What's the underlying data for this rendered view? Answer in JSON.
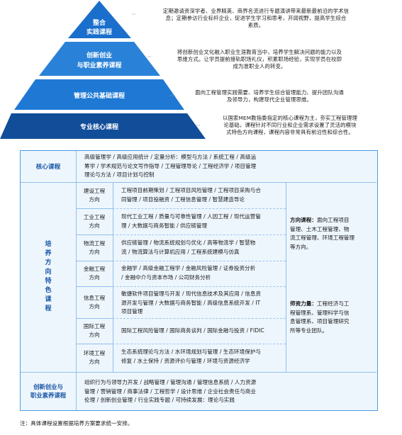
{
  "pyramid": {
    "tiers": [
      {
        "label_lines": [
          "整合",
          "实践课程"
        ],
        "color": "#1b6fcc",
        "description_lines": [
          "定期邀请资深学者、业界精英、商界名流进行专题演讲带来最新最前沿的学术信",
          "息；定期参访行业标杆企业，促进学生学习和思考，开阔视野，提高学生综合",
          "素质。"
        ]
      },
      {
        "label_lines": [
          "创新创业",
          "与职业素养课程"
        ],
        "color": "#2a82d8",
        "description_lines": [
          "将创新创业文化融入职业生涯教育当中，培养学生解决问题的能力以及",
          "思维方式。让学员提前接轨职场礼仪，积累职场经验，实现学员在校即",
          "成为准职业人的转变。"
        ]
      },
      {
        "label_lines": [
          "管理公共基础课程"
        ],
        "color": "#1f79d4",
        "description_lines": [
          "面向工程管理实践需要、培养学生综合管理能力、提升团队沟通",
          "及领导力，构建现代企业管理思维。"
        ]
      },
      {
        "label_lines": [
          "专业核心课程"
        ],
        "color": "#114d99",
        "description_lines": [
          "以国家MEM教指委指定的核心课程为主，夯实工程管理理",
          "论基础，课程针对不同行业和企业需求设置了灵活的模块",
          "式特色方向课程，课程内容非常具有前沿性和综合性。"
        ]
      }
    ]
  },
  "table": {
    "core": {
      "title": "核心课程",
      "lines": [
        "高级管理学 / 高级应用统计 / 定量分析：模型与方法 / 系统工程 / 高级运",
        "筹学 / 学术规范与论文写作指导 / 工程管理导论 / 工程经济学 / 项目管理",
        "理论与方法 / 项目计划与控制"
      ]
    },
    "special": {
      "title_chars": [
        "培",
        "养",
        "方",
        "向",
        "特",
        "色",
        "课",
        "程"
      ],
      "rows": [
        {
          "name_lines": [
            "建设工程",
            "方向"
          ],
          "lines": [
            "工程项目前期策划 / 工程项目风险管理 / 工程项目采购与合",
            "同管理 / 项目投融资 / 工程信息管理 / 智慧建造导论"
          ]
        },
        {
          "name_lines": [
            "工业工程",
            "方向"
          ],
          "lines": [
            "现代工业工程 / 质量与可靠性管理 / 人因工程 / 现代运营管",
            "理 / 大数据与商务智能 / 供应链管理"
          ]
        },
        {
          "name_lines": [
            "物流工程",
            "方向"
          ],
          "lines": [
            "供应链管理 / 物流系统规划与优化 / 高等物流学 / 智慧物",
            "流 / 物流算法与计算机应用 / 工程系统建模与仿真"
          ]
        },
        {
          "name_lines": [
            "金融工程",
            "方向"
          ],
          "lines": [
            "金融学 / 高级金融工程学 / 金融风险管理 / 证券投资分析",
            "/ 金融中介与资本市场 / 公司财务分析"
          ]
        },
        {
          "name_lines": [
            "信息工程",
            "方向"
          ],
          "lines": [
            "敏捷软件项目管理与开发 / 现代信息技术及其应用 / 信息资",
            "源开发与管理 / 大数据与商务智能 / 高级信息系统开发 / IT",
            "项目管理"
          ]
        },
        {
          "name_lines": [
            "国际工程",
            "方向"
          ],
          "lines": [
            "国际工程风险管理 / 国际商务谈判 / 国际金融与投资 / FIDIC"
          ]
        },
        {
          "name_lines": [
            "环境工程",
            "方向"
          ],
          "lines": [
            "生态系统理论与方法 / 水环境规划与管理 / 生态环境保护与",
            "修复 / 水土保持 / 资源评价与管理 / 环境与资源经济学"
          ]
        }
      ],
      "note_direction": {
        "label": "方向课程：",
        "lines": [
          "面向工程项目",
          "管理、土木工程管理、物",
          "流工程管理、环境工程管理",
          "等方向。"
        ]
      },
      "note_faculty": {
        "label": "师资力量：",
        "lines": [
          "工程经济与工",
          "程管理系、管理科学与信",
          "息管理系、项目管理研究",
          "所等专业团队。"
        ]
      }
    },
    "career": {
      "title_lines": [
        "创新创业与",
        "职业素养课程"
      ],
      "lines": [
        "组织行为与领导力开发 / 战略管理 / 管理沟通 / 管理信息系统 / 人力资源",
        "管理 / 营销管理 / 商事法律 / 工程哲学 / 设计思维 / 企业社会责任与商业",
        "伦理 / 创新创业管理 / 行业实践专题 / 可持续发展：理论与实践"
      ]
    }
  },
  "footnote": "注：具体课程设置根据培养方案要求统一安排。"
}
